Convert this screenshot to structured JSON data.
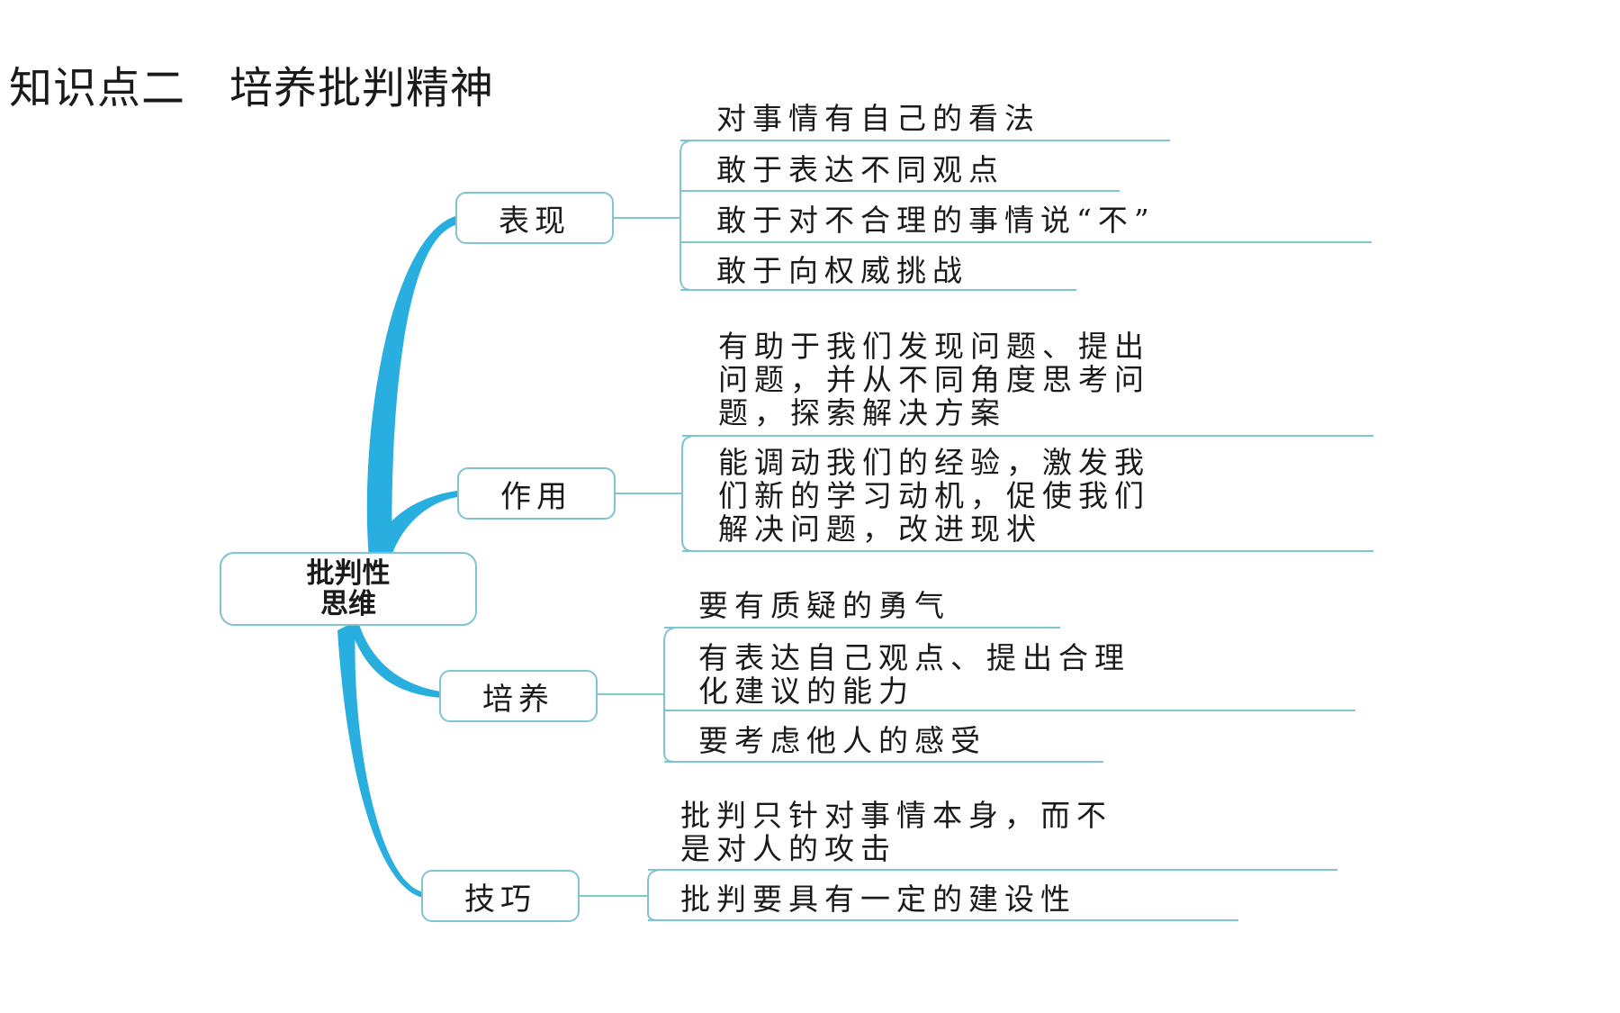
{
  "title": "知识点二　培养批判精神",
  "root": {
    "line1": "批判性",
    "line2": "思维"
  },
  "branches": [
    {
      "label": "表现",
      "items": [
        [
          "对事情有自己的看法"
        ],
        [
          "敢于表达不同观点"
        ],
        [
          "敢于对不合理的事情说“不”"
        ],
        [
          "敢于向权威挑战"
        ]
      ]
    },
    {
      "label": "作用",
      "items": [
        [
          "有助于我们发现问题、提出",
          "问题，并从不同角度思考问",
          "题，探索解决方案"
        ],
        [
          "能调动我们的经验，激发我",
          "们新的学习动机，促使我们",
          "解决问题，改进现状"
        ]
      ]
    },
    {
      "label": "培养",
      "items": [
        [
          "要有质疑的勇气"
        ],
        [
          "有表达自己观点、提出合理",
          "化建议的能力"
        ],
        [
          "要考虑他人的感受"
        ]
      ]
    },
    {
      "label": "技巧",
      "items": [
        [
          "批判只针对事情本身，而不",
          "是对人的攻击"
        ],
        [
          "批判要具有一定的建设性"
        ]
      ]
    }
  ],
  "colors": {
    "trunk": "#29aee0",
    "line": "#7fc4cf",
    "text": "#1a1a1a"
  }
}
